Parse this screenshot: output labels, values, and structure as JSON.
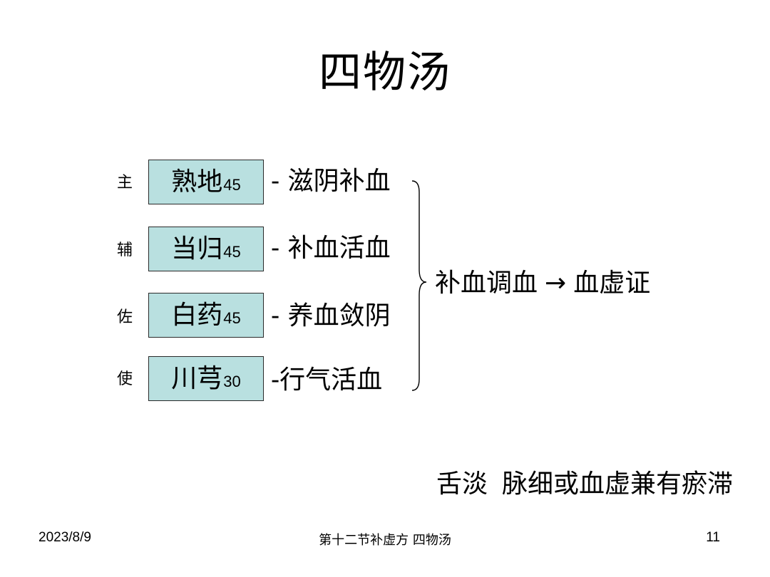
{
  "slide": {
    "title": "四物汤"
  },
  "herbs": [
    {
      "role": "主",
      "name": "熟地",
      "dose": "45",
      "function": "- 滋阴补血"
    },
    {
      "role": "辅",
      "name": "当归",
      "dose": "45",
      "function": "- 补血活血"
    },
    {
      "role": "佐",
      "name": "白药",
      "dose": "45",
      "function": "- 养血敛阴"
    },
    {
      "role": "使",
      "name": "川芎",
      "dose": "30",
      "function": "-行气活血"
    }
  ],
  "summary": {
    "effect": "补血调血",
    "arrow": "→",
    "indication": "血虚证"
  },
  "tongue_pulse": {
    "tongue": "舌淡",
    "pulse": "脉细或血虚兼有瘀滞"
  },
  "footer": {
    "date": "2023/8/9",
    "title": "第十二节补虚方 四物汤",
    "page": "11"
  },
  "colors": {
    "herb_box_fill": "#b9e0e0",
    "herb_box_border": "#2a2a2a"
  }
}
